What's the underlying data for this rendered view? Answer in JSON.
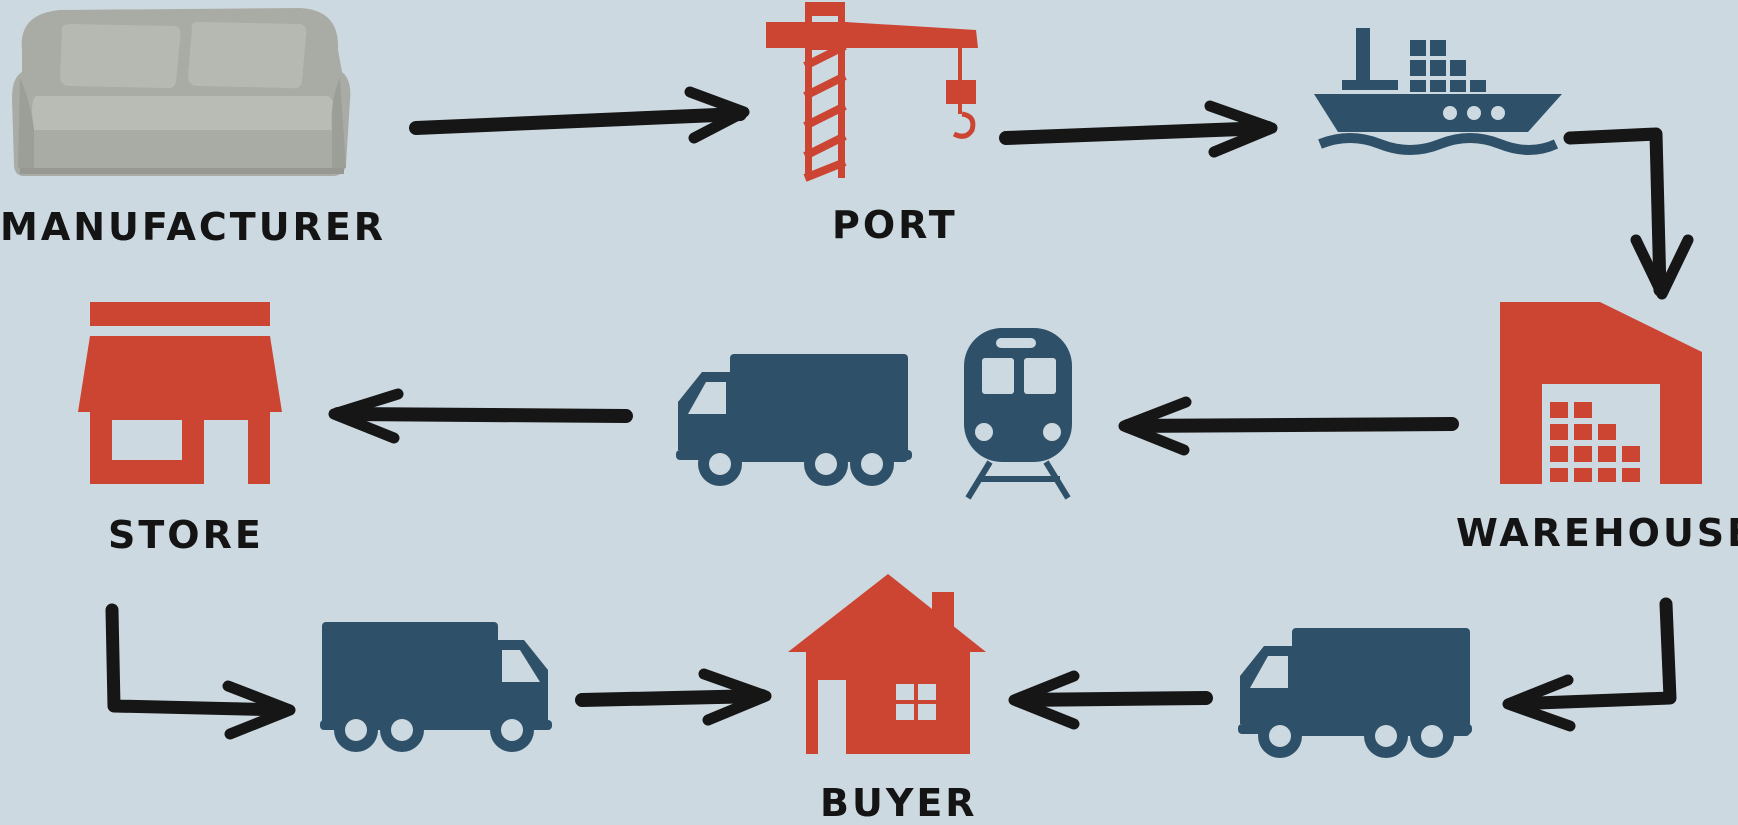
{
  "nodes": {
    "manufacturer": {
      "label": "MANUFACTURER",
      "icon": "sofa-icon"
    },
    "port": {
      "label": "PORT",
      "icon": "crane-icon"
    },
    "ship": {
      "icon": "cargo-ship-icon"
    },
    "warehouse": {
      "label": "WAREHOUSE",
      "icon": "warehouse-icon"
    },
    "rail_truck": {
      "icons": [
        "delivery-truck-icon",
        "train-icon"
      ]
    },
    "store": {
      "label": "STORE",
      "icon": "storefront-icon"
    },
    "buyer": {
      "label": "BUYER",
      "icon": "house-icon"
    }
  },
  "colors": {
    "background": "#cdd9e0",
    "red": "#cc4533",
    "navy": "#2e5169",
    "arrow": "#161616",
    "sofa": "#a9aba5"
  }
}
